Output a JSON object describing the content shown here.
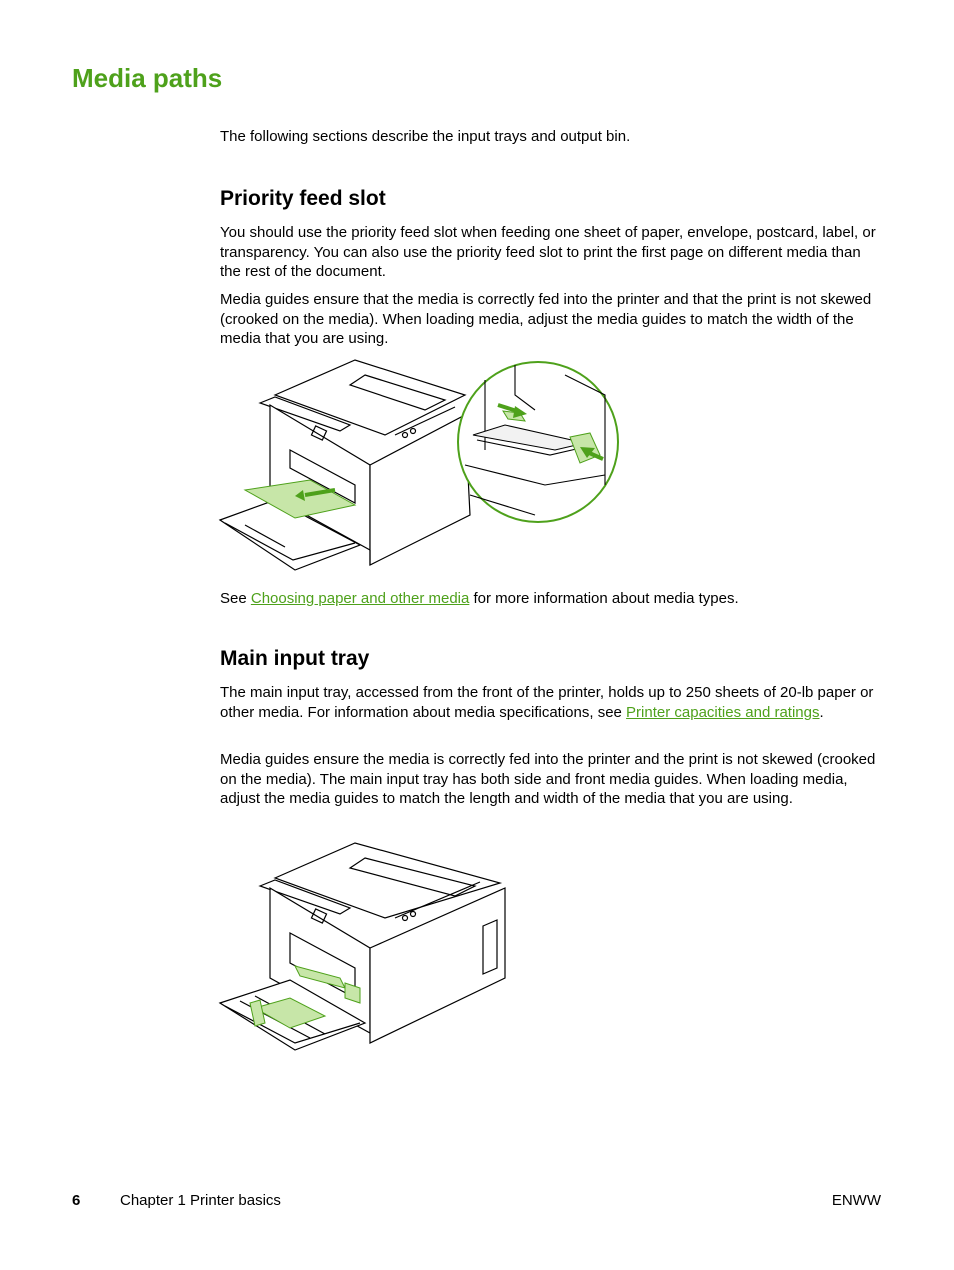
{
  "page_title": "Media paths",
  "intro": "The following sections describe the input trays and output bin.",
  "priority": {
    "heading": "Priority feed slot",
    "p1": "You should use the priority feed slot when feeding one sheet of paper, envelope, postcard, label, or transparency. You can also use the priority feed slot to print the first page on different media than the rest of the document.",
    "p2": "Media guides ensure that the media is correctly fed into the printer and that the print is not skewed (crooked on the media). When loading media, adjust the media guides to match the width of the media that you are using.",
    "see_before": "See ",
    "see_link": "Choosing paper and other media",
    "see_after": " for more information about media types."
  },
  "main_tray": {
    "heading": "Main input tray",
    "p1_before": "The main input tray, accessed from the front of the printer, holds up to 250 sheets of 20-lb paper or other media. For information about media specifications, see ",
    "p1_link": "Printer capacities and ratings",
    "p1_after": ".",
    "p2": "Media guides ensure the media is correctly fed into the printer and the print is not skewed (crooked on the media). The main input tray has both side and front media guides. When loading media, adjust the media guides to match the length and width of the media that you are using."
  },
  "footer": {
    "page_number": "6",
    "chapter": "Chapter 1  Printer basics",
    "right": "ENWW"
  },
  "colors": {
    "accent": "#4ea11b",
    "guide_fill": "#c7e6a8"
  }
}
